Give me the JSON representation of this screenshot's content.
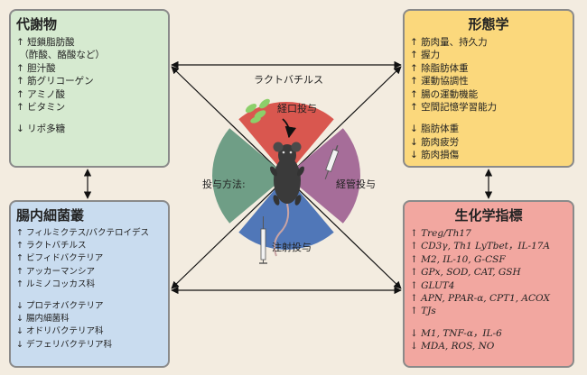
{
  "center": {
    "top_label": "ラクトバチルス",
    "method_label": "投与方法:",
    "oral": "経口投与",
    "gavage": "経管投与",
    "injection": "注射投与"
  },
  "metabolism": {
    "title": "代謝物",
    "items": [
      {
        "arrow": "↑",
        "text": "短鎖脂肪酸"
      },
      {
        "arrow": "",
        "text": "（酢酸、酪酸など）"
      },
      {
        "arrow": "↑",
        "text": "胆汁酸"
      },
      {
        "arrow": "↑",
        "text": "筋グリコーゲン"
      },
      {
        "arrow": "↑",
        "text": "アミノ酸"
      },
      {
        "arrow": "↑",
        "text": "ビタミン"
      }
    ],
    "down_items": [
      {
        "arrow": "↓",
        "text": "リポ多糖"
      }
    ]
  },
  "microbiota": {
    "title": "腸内細菌叢",
    "items": [
      {
        "arrow": "↑",
        "text": "フィルミクテス/バクテロイデス"
      },
      {
        "arrow": "↑",
        "text": "ラクトバチルス"
      },
      {
        "arrow": "↑",
        "text": "ビフィドバクテリア"
      },
      {
        "arrow": "↑",
        "text": "アッカーマンシア"
      },
      {
        "arrow": "↑",
        "text": "ルミノコッカス科"
      }
    ],
    "down_items": [
      {
        "arrow": "↓",
        "text": "プロテオバクテリア"
      },
      {
        "arrow": "↓",
        "text": "腸内細菌科"
      },
      {
        "arrow": "↓",
        "text": "オドリバクテリア科"
      },
      {
        "arrow": "↓",
        "text": "デフェリバクテリア科"
      }
    ]
  },
  "morphology": {
    "title": "形態学",
    "items": [
      {
        "arrow": "↑",
        "text": "筋肉量、持久力"
      },
      {
        "arrow": "↑",
        "text": "握力"
      },
      {
        "arrow": "↑",
        "text": "除脂肪体重"
      },
      {
        "arrow": "↑",
        "text": "運動協調性"
      },
      {
        "arrow": "↑",
        "text": "腸の運動機能"
      },
      {
        "arrow": "↑",
        "text": "空間記憶学習能力"
      }
    ],
    "down_items": [
      {
        "arrow": "↓",
        "text": "脂肪体重"
      },
      {
        "arrow": "↓",
        "text": "筋肉疲労"
      },
      {
        "arrow": "↓",
        "text": "筋肉損傷"
      }
    ]
  },
  "biochem": {
    "title": "生化学指標",
    "items": [
      {
        "arrow": "↑",
        "text": "Treg/Th17"
      },
      {
        "arrow": "↑",
        "text": "CD3γ, Th1 LyTbet，IL-17A"
      },
      {
        "arrow": "↑",
        "text": "M2, IL-10, G-CSF"
      },
      {
        "arrow": "↑",
        "text": "GPx, SOD, CAT, GSH"
      },
      {
        "arrow": "↑",
        "text": "GLUT4"
      },
      {
        "arrow": "↑",
        "text": "APN, PPAR-α, CPT1, ACOX"
      },
      {
        "arrow": "↑",
        "text": "TJs"
      }
    ],
    "down_items": [
      {
        "arrow": "↓",
        "text": "M1, TNF-α，IL-6"
      },
      {
        "arrow": "↓",
        "text": "MDA, ROS, NO"
      }
    ]
  },
  "colors": {
    "background": "#f3ece0",
    "metabolism": "#d6ead0",
    "microbiota": "#c9dcef",
    "morphology": "#fbd87c",
    "biochem": "#f2a7a0",
    "sector_top": "#d9574f",
    "sector_left": "#6f9e86",
    "sector_right": "#a66d99",
    "sector_bottom": "#5077b8",
    "mouse": "#3a3a3a"
  }
}
